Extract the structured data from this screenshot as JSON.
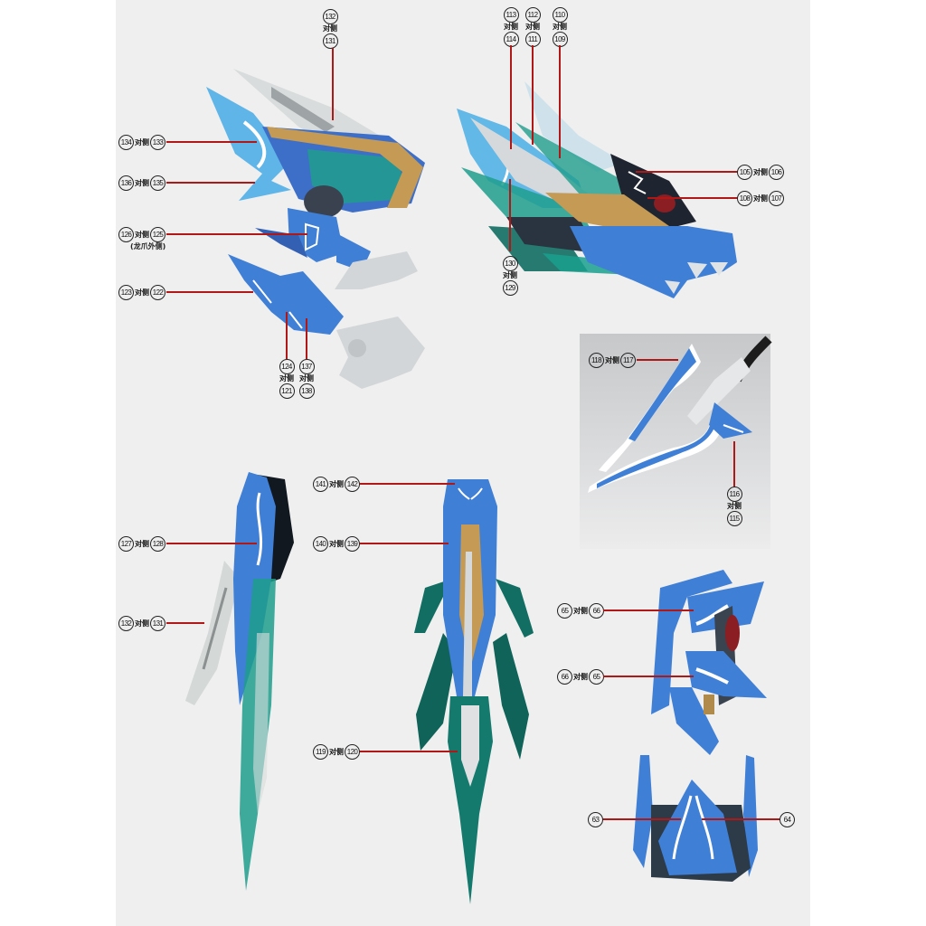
{
  "page": {
    "background": "#efefef",
    "margin_color": "#ffffff",
    "leader_color": "#b01818",
    "separator_text": "对侧"
  },
  "colors": {
    "blue": "#3f7fd6",
    "light_blue": "#5fb3e6",
    "teal_clear": "#1f9e8c",
    "dark_teal": "#0e4d48",
    "gold": "#c49a55",
    "gray_white": "#d8dcdc",
    "dark": "#1e2530",
    "red": "#8a1e22"
  },
  "figures": [
    {
      "id": "dragon-claw-wing",
      "callouts": [
        {
          "a": "132",
          "b": "131",
          "layout": "stacked"
        },
        {
          "a": "134",
          "b": "133",
          "layout": "inline"
        },
        {
          "a": "136",
          "b": "135",
          "layout": "inline"
        },
        {
          "a": "126",
          "b": "125",
          "layout": "inline",
          "note": "(龙爪外侧)"
        },
        {
          "a": "123",
          "b": "122",
          "layout": "inline"
        },
        {
          "a": "124",
          "b": "121",
          "layout": "stacked"
        },
        {
          "a": "137",
          "b": "138",
          "layout": "stacked"
        }
      ]
    },
    {
      "id": "dragon-head",
      "callouts": [
        {
          "a": "113",
          "b": "114",
          "layout": "stacked"
        },
        {
          "a": "112",
          "b": "111",
          "layout": "stacked"
        },
        {
          "a": "110",
          "b": "109",
          "layout": "stacked"
        },
        {
          "a": "105",
          "b": "106",
          "layout": "inline"
        },
        {
          "a": "108",
          "b": "107",
          "layout": "inline"
        },
        {
          "a": "130",
          "b": "129",
          "layout": "stacked"
        }
      ]
    },
    {
      "id": "spear-head-inset",
      "callouts": [
        {
          "a": "118",
          "b": "117",
          "layout": "inline"
        },
        {
          "a": "116",
          "b": "115",
          "layout": "stacked"
        }
      ]
    },
    {
      "id": "tail-side",
      "callouts": [
        {
          "a": "127",
          "b": "128",
          "layout": "inline"
        },
        {
          "a": "132",
          "b": "131",
          "layout": "inline"
        }
      ]
    },
    {
      "id": "tail-front",
      "callouts": [
        {
          "a": "141",
          "b": "142",
          "layout": "inline"
        },
        {
          "a": "140",
          "b": "139",
          "layout": "inline"
        },
        {
          "a": "119",
          "b": "120",
          "layout": "inline"
        }
      ]
    },
    {
      "id": "shoulder-armor-side",
      "callouts": [
        {
          "a": "65",
          "b": "66",
          "layout": "inline"
        },
        {
          "a": "66",
          "b": "65",
          "layout": "inline"
        }
      ]
    },
    {
      "id": "shoulder-armor-back",
      "callouts": [
        {
          "single": "63"
        },
        {
          "single": "64"
        }
      ]
    }
  ]
}
